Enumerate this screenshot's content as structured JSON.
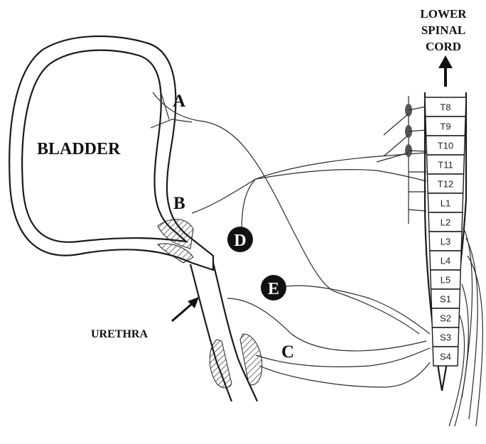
{
  "labels": {
    "title_line1": "LOWER",
    "title_line2": "SPINAL",
    "title_line3": "CORD",
    "bladder": "BLADDER",
    "urethra": "URETHRA",
    "point_a": "A",
    "point_b": "B",
    "point_c": "C",
    "point_d": "D",
    "point_e": "E"
  },
  "segments": [
    "T8",
    "T9",
    "T10",
    "T11",
    "T12",
    "L1",
    "L2",
    "L3",
    "L4",
    "L5",
    "S1",
    "S2",
    "S3",
    "S4"
  ],
  "colors": {
    "ink": "#1a1a1a",
    "marker_fill": "#111111",
    "marker_text": "#ffffff"
  }
}
